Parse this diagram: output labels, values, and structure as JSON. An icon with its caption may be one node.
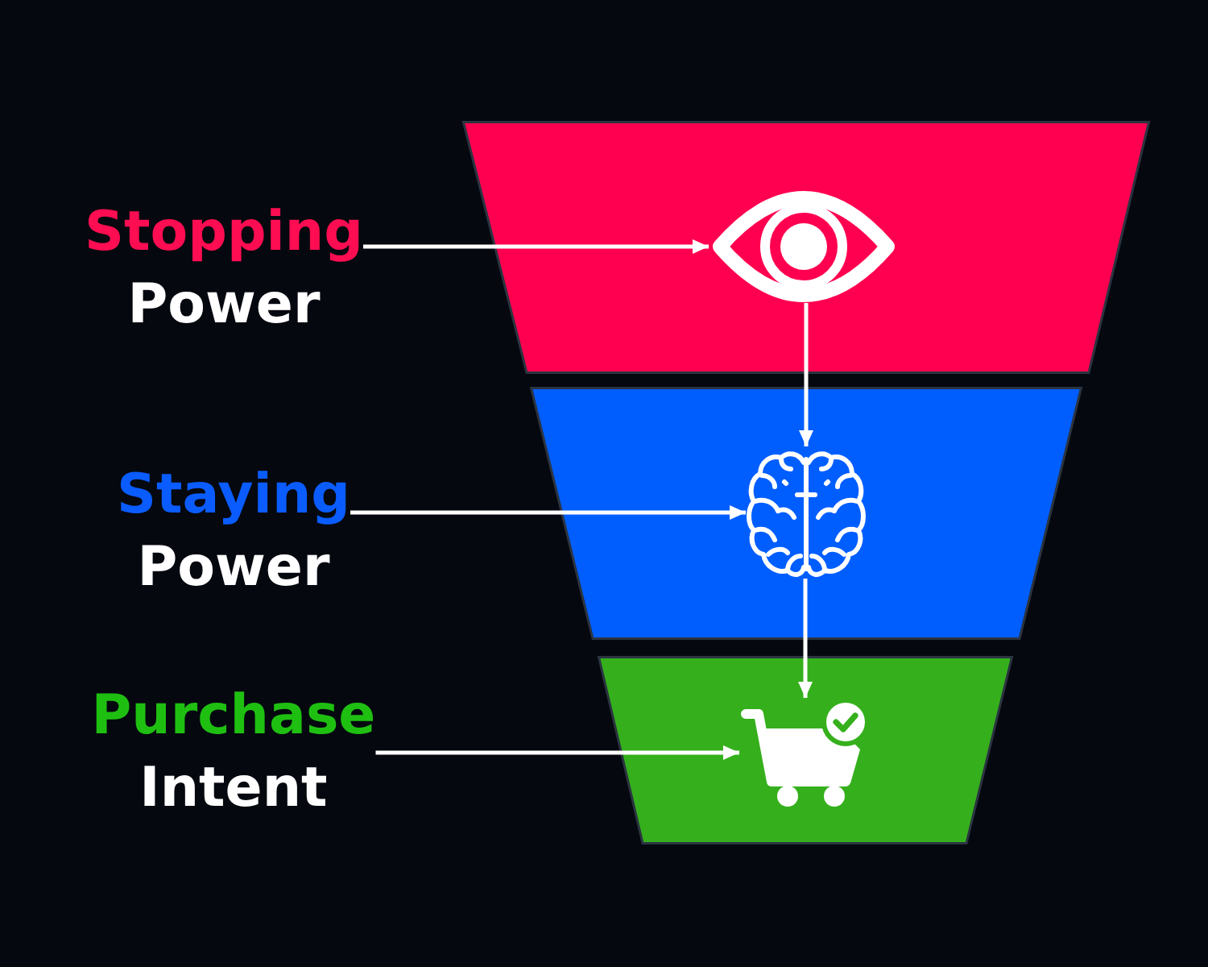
{
  "diagram": {
    "nodes": [
      {
        "text": [
          "Stopping",
          "Power"
        ]
      },
      {
        "text": [],
        "shape": "trapezoid"
      },
      {
        "text": [],
        "shape": "picture",
        "in": 1
      },
      {
        "text": [
          "Staying",
          "Power"
        ]
      },
      {
        "text": [],
        "shape": "trapezoid"
      },
      {
        "text": [],
        "shape": "picture",
        "in": 4
      },
      {
        "text": [
          "Purchase",
          "Intent"
        ]
      },
      {
        "text": [],
        "shape": "trapezoid"
      },
      {
        "text": [],
        "shape": "picture",
        "in": 7
      }
    ],
    "edges": [
      {
        "from": 0,
        "to": 2,
        "arrow": "to"
      },
      {
        "from": 2,
        "to": 5,
        "arrow": "to"
      },
      {
        "from": 3,
        "to": 5,
        "arrow": "to"
      },
      {
        "from": 5,
        "to": 8,
        "arrow": "to"
      },
      {
        "from": 6,
        "to": 8,
        "arrow": "to"
      }
    ]
  }
}
